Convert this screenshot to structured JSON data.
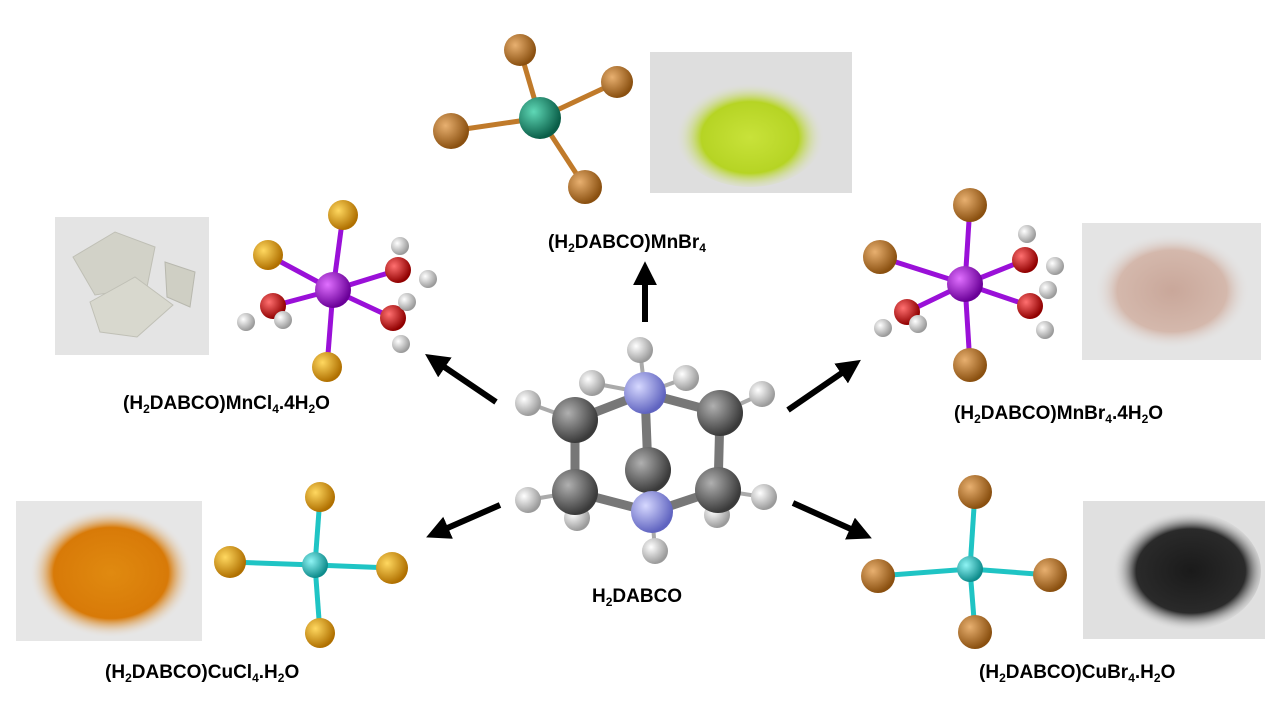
{
  "center": {
    "label_parts": [
      "H",
      "2",
      "DABCO"
    ]
  },
  "compounds": [
    {
      "id": "mnbr4",
      "label_parts": [
        "(H",
        "2",
        "DABCO)MnBr",
        "4",
        ""
      ],
      "powder_color": "#c8e23a"
    },
    {
      "id": "mncl4-4h2o",
      "label_parts": [
        "(H",
        "2",
        "DABCO)MnCl",
        "4",
        ".4H",
        "2",
        "O"
      ],
      "powder_color": "#e6e6e0"
    },
    {
      "id": "mnbr4-4h2o",
      "label_parts": [
        "(H",
        "2",
        "DABCO)MnBr",
        "4",
        ".4H",
        "2",
        "O"
      ],
      "powder_color": "#c9a79a"
    },
    {
      "id": "cucl4-h2o",
      "label_parts": [
        "(H",
        "2",
        "DABCO)CuCl",
        "4",
        ".H",
        "2",
        "O"
      ],
      "powder_color": "#e08a10"
    },
    {
      "id": "cubr4-h2o",
      "label_parts": [
        "(H",
        "2",
        "DABCO)CuBr",
        "4",
        ".H",
        "2",
        "O"
      ],
      "powder_color": "#1a1a1a"
    }
  ],
  "atom_colors": {
    "mn_tetrahedral": "#12876a",
    "mn_octahedral": "#9a10d8",
    "cu": "#1fc4c4",
    "cl": "#e8a000",
    "br": "#c07a2a",
    "o": "#e00000",
    "h": "#dcdcdc",
    "n": "#9a9ef0",
    "c": "#6a6a6a"
  }
}
